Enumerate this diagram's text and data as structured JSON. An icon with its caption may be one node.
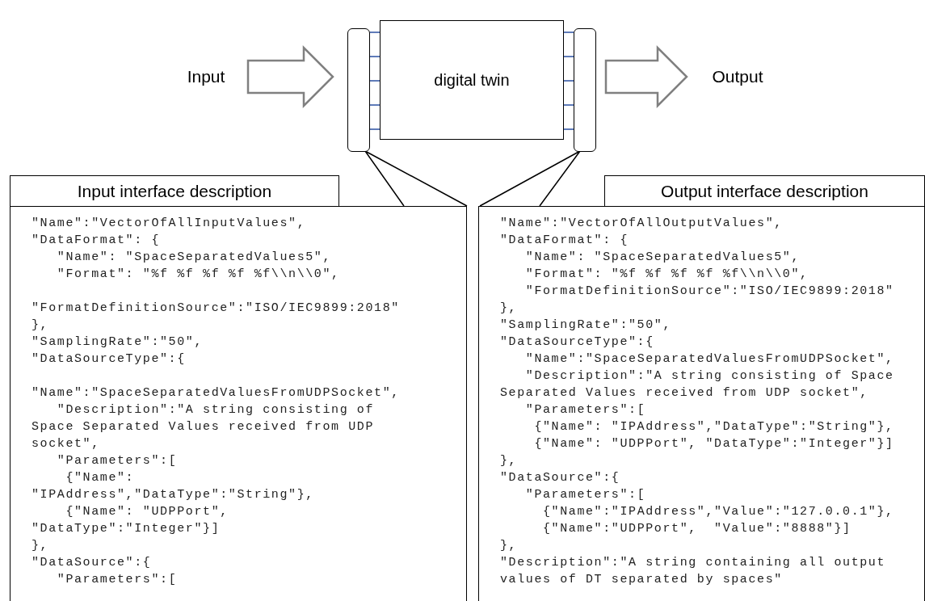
{
  "diagram": {
    "nodes": [
      {
        "text": [
          "Input"
        ]
      },
      {
        "text": [],
        "shape": "bar"
      },
      {
        "text": [
          "digital twin"
        ]
      },
      {
        "text": [],
        "shape": "bar"
      },
      {
        "text": [
          "Output"
        ]
      },
      {
        "text": [
          "Input interface description"
        ]
      },
      {
        "text": [
          "\"Name\":\"VectorOfAllInputValues\",",
          "\"DataFormat\": {",
          "   \"Name\": \"SpaceSeparatedValues5\",",
          "   \"Format\": \"%f %f %f %f %f\\\\n\\\\0\",",
          "   \"FormatDefinitionSource\":\"ISO/IEC9899:2018\"",
          "},",
          "\"SamplingRate\":\"50\",",
          "\"DataSourceType\":{",
          "   \"Name\":\"SpaceSeparatedValuesFromUDPSocket\",",
          "   \"Description\":\"A string consisting of Space Separated Values received from UDP socket\",",
          "   \"Parameters\":[",
          "    {\"Name\": \"IPAddress\",\"DataType\":\"String\"},",
          "    {\"Name\": \"UDPPort\", \"DataType\":\"Integer\"}]",
          "},",
          "\"DataSource\":{",
          "   \"Parameters\":["
        ]
      },
      {
        "text": [
          "Output interface description"
        ]
      },
      {
        "text": [
          "\"Name\":\"VectorOfAllOutputValues\",",
          "\"DataFormat\": {",
          "   \"Name\": \"SpaceSeparatedValues5\",",
          "   \"Format\": \"%f %f %f %f %f\\\\n\\\\0\",",
          "   \"FormatDefinitionSource\":\"ISO/IEC9899:2018\"",
          "},",
          "\"SamplingRate\":\"50\",",
          "\"DataSourceType\":{",
          "   \"Name\":\"SpaceSeparatedValuesFromUDPSocket\",",
          "   \"Description\":\"A string consisting of Space Separated Values received from UDP socket\",",
          "   \"Parameters\":[",
          "    {\"Name\": \"IPAddress\",\"DataType\":\"String\"},",
          "    {\"Name\": \"UDPPort\", \"DataType\":\"Integer\"}]",
          "},",
          "\"DataSource\":{",
          "   \"Parameters\":[",
          "     {\"Name\":\"IPAddress\",\"Value\":\"127.0.0.1\"},",
          "     {\"Name\":\"UDPPort\",  \"Value\":\"8888\"}]",
          "},",
          "\"Description\":\"A string containing all output values of DT separated by spaces\""
        ]
      }
    ],
    "edges": [
      {
        "from": 0,
        "to": 1,
        "arrow": "to",
        "style": "thick",
        "color": "#808080"
      },
      {
        "from": 1,
        "to": 2,
        "arrow": "none"
      },
      {
        "from": 1,
        "to": 2,
        "arrow": "none"
      },
      {
        "from": 1,
        "to": 2,
        "arrow": "none"
      },
      {
        "from": 1,
        "to": 2,
        "arrow": "none"
      },
      {
        "from": 1,
        "to": 2,
        "arrow": "none"
      },
      {
        "from": 2,
        "to": 3,
        "arrow": "none"
      },
      {
        "from": 2,
        "to": 3,
        "arrow": "none"
      },
      {
        "from": 2,
        "to": 3,
        "arrow": "none"
      },
      {
        "from": 2,
        "to": 3,
        "arrow": "none"
      },
      {
        "from": 2,
        "to": 3,
        "arrow": "none"
      },
      {
        "from": 3,
        "to": 4,
        "arrow": "to",
        "style": "thick",
        "color": "#808080"
      },
      {
        "from": 6,
        "to": 1,
        "arrow": "none",
        "color": "#000000"
      },
      {
        "from": 8,
        "to": 3,
        "arrow": "none",
        "color": "#000000"
      }
    ]
  }
}
